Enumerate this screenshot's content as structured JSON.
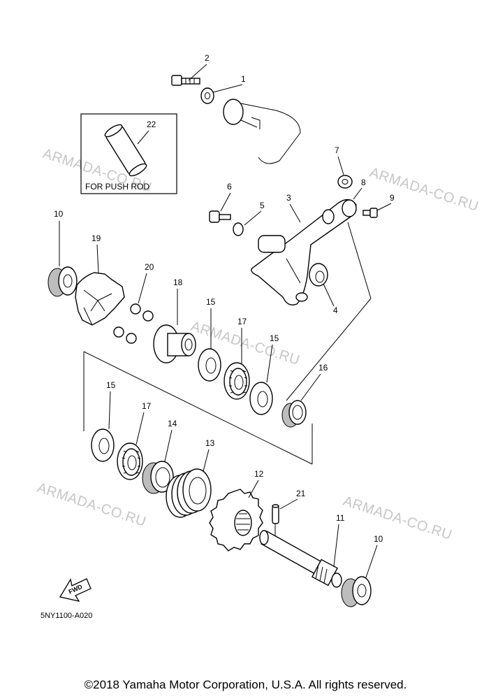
{
  "watermark": "ARMADA-CO.RU",
  "inset": {
    "label": "FOR PUSH ROD",
    "part_number": "22"
  },
  "diagram_code": "5NY1100-A020",
  "fwd_label": "FWD",
  "copyright": "©2018 Yamaha Motor Corporation, U.S.A. All rights reserved.",
  "callouts": [
    "1",
    "2",
    "3",
    "4",
    "5",
    "6",
    "7",
    "8",
    "9",
    "10",
    "10",
    "11",
    "12",
    "13",
    "14",
    "15",
    "15",
    "15",
    "16",
    "17",
    "17",
    "18",
    "19",
    "20",
    "21"
  ]
}
